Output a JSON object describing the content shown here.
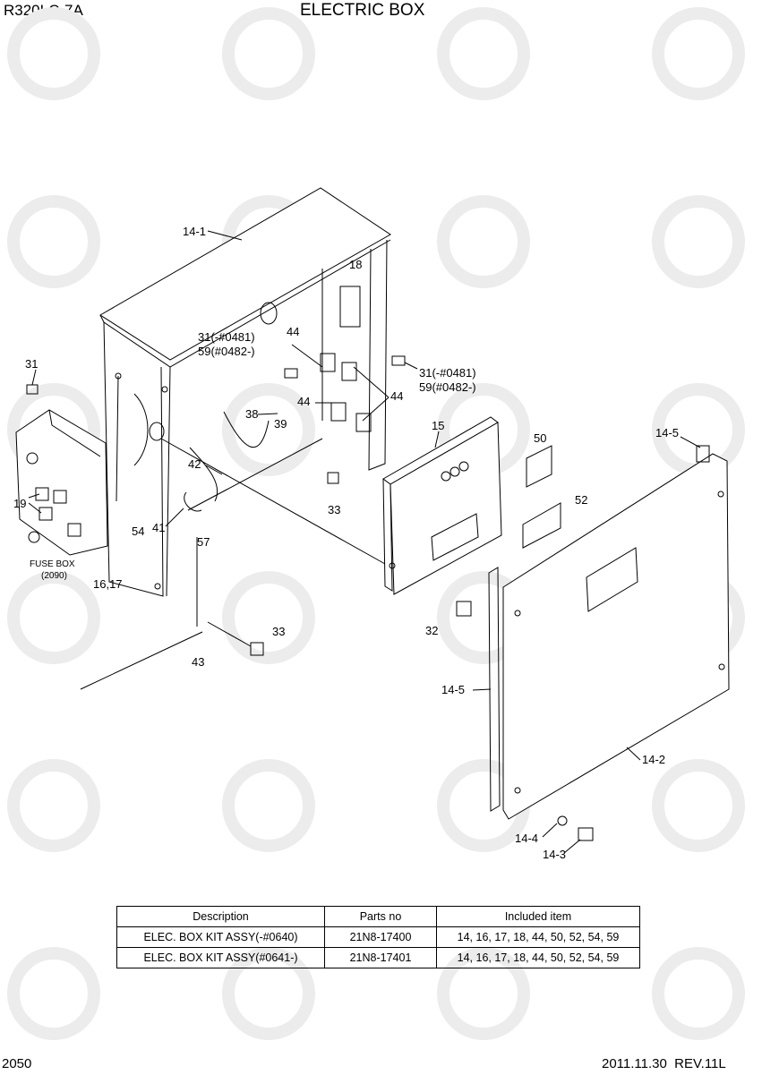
{
  "header": {
    "model": "R320LC-7A",
    "title": "ELECTRIC BOX"
  },
  "footer": {
    "page": "2050",
    "revision": "2011.11.30  REV.11L"
  },
  "callouts": {
    "c14_1": "14-1",
    "c18": "18",
    "c31a": "31(-#0481)",
    "c59a": "59(#0482-)",
    "c44a": "44",
    "c31": "31",
    "c31b": "31(-#0481)",
    "c59b": "59(#0482-)",
    "c44b": "44",
    "c44c": "44",
    "c38": "38",
    "c39": "39",
    "c15": "15",
    "c50": "50",
    "c14_5a": "14-5",
    "c42": "42",
    "c19": "19",
    "c33a": "33",
    "c52": "52",
    "c41": "41",
    "c54": "54",
    "c57": "57",
    "fuse_box": "FUSE BOX",
    "fuse_ref": "(2090)",
    "c16_17": "16,17",
    "c32": "32",
    "c33b": "33",
    "c43": "43",
    "c14_5b": "14-5",
    "c14_2": "14-2",
    "c14_4": "14-4",
    "c14_3": "14-3"
  },
  "table": {
    "headers": [
      "Description",
      "Parts no",
      "Included item"
    ],
    "rows": [
      [
        "ELEC. BOX KIT ASSY(-#0640)",
        "21N8-17400",
        "14, 16, 17, 18, 44, 50, 52, 54, 59"
      ],
      [
        "ELEC. BOX KIT ASSY(#0641-)",
        "21N8-17401",
        "14, 16, 17, 18, 44, 50, 52, 54, 59"
      ]
    ]
  }
}
